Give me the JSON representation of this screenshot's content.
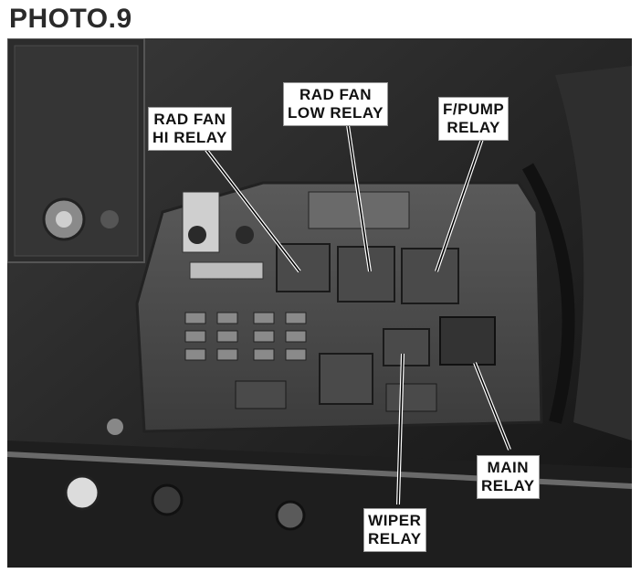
{
  "title": "PHOTO.9",
  "callouts": {
    "rad_fan_hi": [
      "RAD FAN",
      "HI RELAY"
    ],
    "rad_fan_low": [
      "RAD FAN",
      "LOW RELAY"
    ],
    "fpump": [
      "F/PUMP",
      "RELAY"
    ],
    "main": [
      "MAIN",
      "RELAY"
    ],
    "wiper": [
      "WIPER",
      "RELAY"
    ]
  },
  "colors": {
    "background": "#ffffff",
    "photo_dark": "#1c1c1c",
    "label_bg": "#ffffff"
  }
}
